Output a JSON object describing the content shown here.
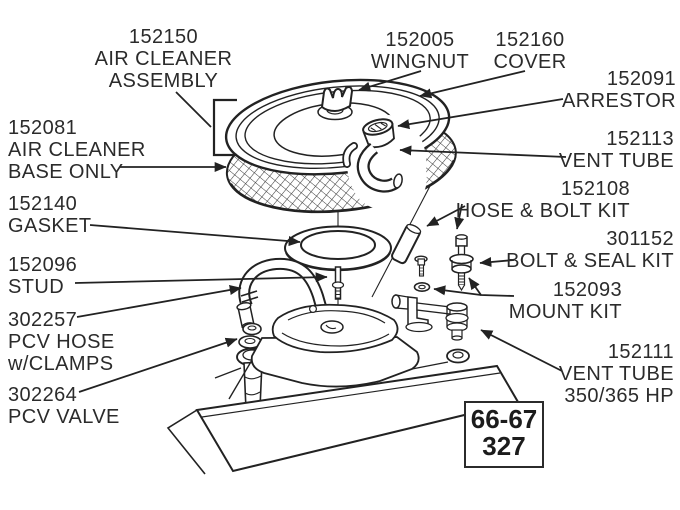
{
  "diagram": {
    "badge": {
      "line1": "66-67",
      "line2": "327"
    },
    "parts": [
      {
        "number": "152150",
        "lines": [
          "AIR CLEANER",
          "ASSEMBLY"
        ]
      },
      {
        "number": "152005",
        "lines": [
          "WINGNUT"
        ]
      },
      {
        "number": "152160",
        "lines": [
          "COVER"
        ]
      },
      {
        "number": "152091",
        "lines": [
          "ARRESTOR"
        ]
      },
      {
        "number": "152113",
        "lines": [
          "VENT TUBE"
        ]
      },
      {
        "number": "152108",
        "lines": [
          "HOSE & BOLT KIT"
        ]
      },
      {
        "number": "301152",
        "lines": [
          "BOLT & SEAL KIT"
        ]
      },
      {
        "number": "152093",
        "lines": [
          "MOUNT KIT"
        ]
      },
      {
        "number": "152111",
        "lines": [
          "VENT TUBE",
          "350/365 HP"
        ]
      },
      {
        "number": "152081",
        "lines": [
          "AIR CLEANER",
          "BASE ONLY"
        ]
      },
      {
        "number": "152140",
        "lines": [
          "GASKET"
        ]
      },
      {
        "number": "152096",
        "lines": [
          "STUD"
        ]
      },
      {
        "number": "302257",
        "lines": [
          "PCV HOSE",
          "w/CLAMPS"
        ]
      },
      {
        "number": "302264",
        "lines": [
          "PCV VALVE"
        ]
      }
    ],
    "colors": {
      "line": "#222222",
      "text": "#2b2b2b",
      "background": "#ffffff"
    }
  }
}
